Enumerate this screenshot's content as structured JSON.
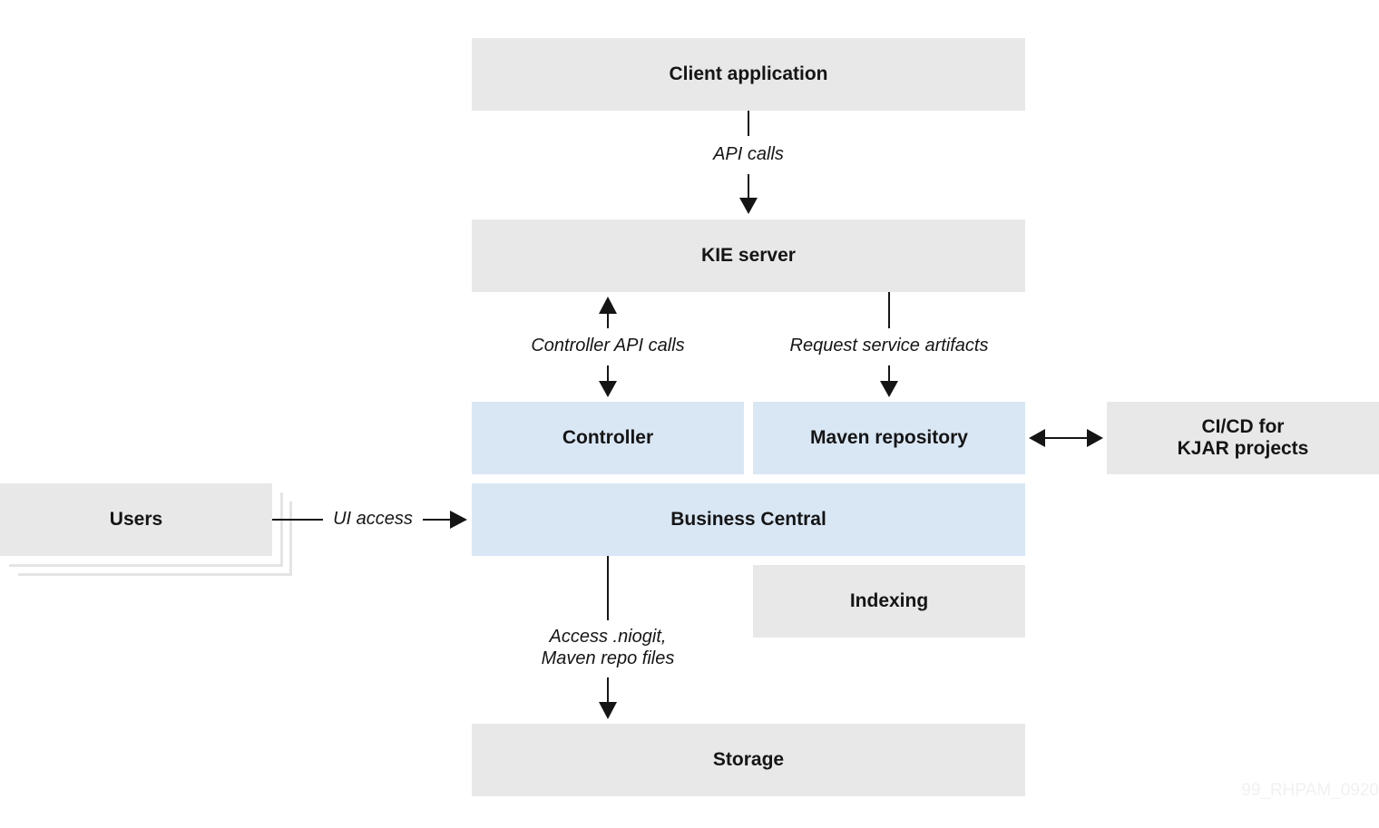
{
  "nodes": {
    "client_application": "Client application",
    "kie_server": "KIE server",
    "controller": "Controller",
    "maven_repository": "Maven repository",
    "cicd": "CI/CD for\nKJAR projects",
    "users": "Users",
    "business_central": "Business Central",
    "indexing": "Indexing",
    "storage": "Storage"
  },
  "edges": {
    "api_calls": "API calls",
    "controller_api_calls": "Controller API calls",
    "request_service_artifacts": "Request service artifacts",
    "ui_access": "UI access",
    "access_storage": "Access .niogit,\nMaven repo files"
  },
  "watermark": "99_RHPAM_0920",
  "colors": {
    "gray_box": "#e8e8e8",
    "blue_box": "#d9e7f5",
    "line": "#151515"
  }
}
